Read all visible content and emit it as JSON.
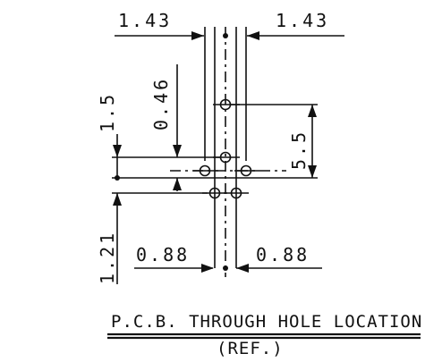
{
  "dimensions": {
    "top_left": "1.43",
    "top_right": "1.43",
    "vertical_a": "0.46",
    "left_upper": "1.5",
    "right_span": "5.5",
    "left_lower": "1.21",
    "bottom_left": "0.88",
    "bottom_right": "0.88"
  },
  "title": {
    "main": "P.C.B. THROUGH HOLE LOCATION",
    "sub": "(REF.)"
  }
}
